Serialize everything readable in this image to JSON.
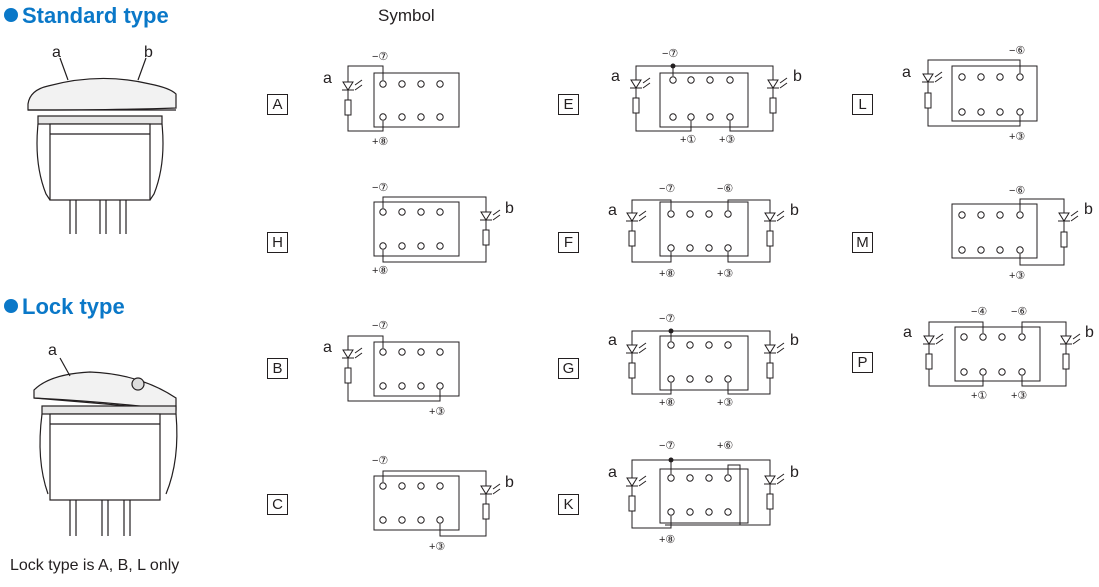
{
  "headings": {
    "standard": "Standard type",
    "lock": "Lock type"
  },
  "symbol_title": "Symbol",
  "lock_note": "Lock type is A, B, L only",
  "switch_labels": {
    "standard_a": "a",
    "standard_b": "b",
    "lock_a": "a"
  },
  "led_labels": {
    "a": "a",
    "b": "b"
  },
  "diagrams": {
    "A": {
      "label": "A",
      "t1": "−⑦",
      "t2": "+⑧"
    },
    "H": {
      "label": "H",
      "t1": "−⑦",
      "t2": "+⑧"
    },
    "B": {
      "label": "B",
      "t1": "−⑦",
      "t2": "+③"
    },
    "C": {
      "label": "C",
      "t1": "−⑦",
      "t2": "+③"
    },
    "E": {
      "label": "E",
      "t1": "−⑦",
      "t2": "+①",
      "t3": "+③"
    },
    "F": {
      "label": "F",
      "t1": "−⑦",
      "t2": "−⑥",
      "t3": "+⑧",
      "t4": "+③"
    },
    "G": {
      "label": "G",
      "t1": "−⑦",
      "t2": "+⑧",
      "t3": "+③"
    },
    "K": {
      "label": "K",
      "t1": "−⑦",
      "t2": "+⑥",
      "t3": "+⑧"
    },
    "L": {
      "label": "L",
      "t1": "−⑥",
      "t2": "+③"
    },
    "M": {
      "label": "M",
      "t1": "−⑥",
      "t2": "+③"
    },
    "P": {
      "label": "P",
      "t1": "−④",
      "t2": "−⑥",
      "t3": "+①",
      "t4": "+③"
    }
  }
}
